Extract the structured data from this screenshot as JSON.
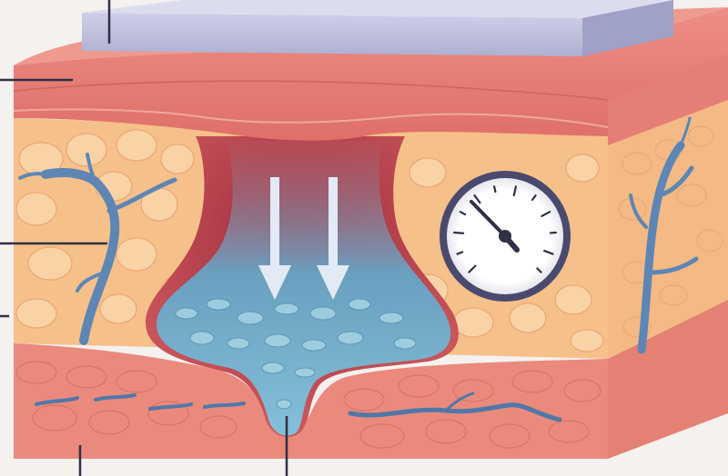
{
  "diagram": {
    "subject": "skin-tissue-cross-section-pressure",
    "parts": [
      {
        "id": "pressure-plate",
        "name": "pressure-plate"
      },
      {
        "id": "skin-surface-layer",
        "name": "skin-surface-layer"
      },
      {
        "id": "fat-tissue",
        "name": "fat-tissue"
      },
      {
        "id": "muscle-layer",
        "name": "muscle-layer"
      },
      {
        "id": "fluid-pocket",
        "name": "fluid-pocket"
      },
      {
        "id": "blood-vessels",
        "name": "blood-vessels"
      },
      {
        "id": "pressure-gauge",
        "name": "pressure-gauge"
      }
    ],
    "icons": {
      "arrows": "down-arrow-icon",
      "gauge": "pressure-gauge-icon"
    },
    "colors": {
      "background": "#f4f1ee",
      "plate": "#c8c8e2",
      "plate_edge": "#9e9ec4",
      "skin_top": "#e87c74",
      "skin_light": "#f2a59c",
      "fat": "#f6c08a",
      "fat_cell": "#f9d3a6",
      "muscle": "#e98a7d",
      "muscle_dark": "#d9695e",
      "fluid": "#7fb6cf",
      "fluid_dark": "#4d88a6",
      "vessel": "#5d86b4",
      "callout_line": "#2f2f45"
    }
  }
}
